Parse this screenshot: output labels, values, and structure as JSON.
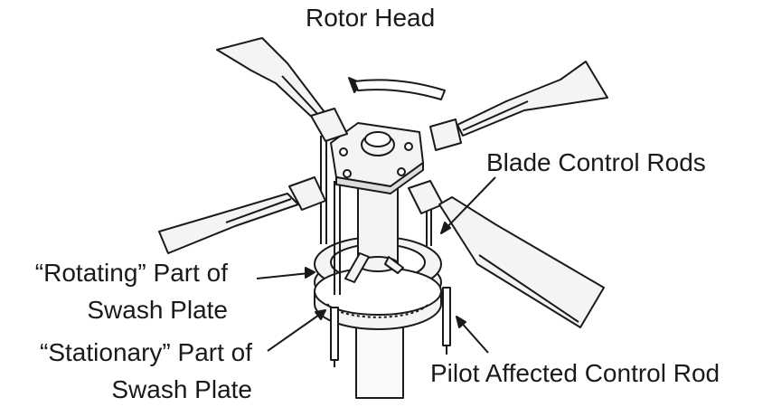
{
  "labels": {
    "rotor_head": "Rotor Head",
    "blade_control_rods": "Blade Control Rods",
    "rotating_part_line1": "“Rotating” Part of",
    "rotating_part_line2": "Swash Plate",
    "stationary_part_line1": "“Stationary” Part of",
    "stationary_part_line2": "Swash Plate",
    "pilot_affected_control_rod": "Pilot Affected Control Rod"
  },
  "colors": {
    "ink": "#1a1a1a",
    "background": "#ffffff",
    "metal_fill": "#f4f4f4"
  }
}
